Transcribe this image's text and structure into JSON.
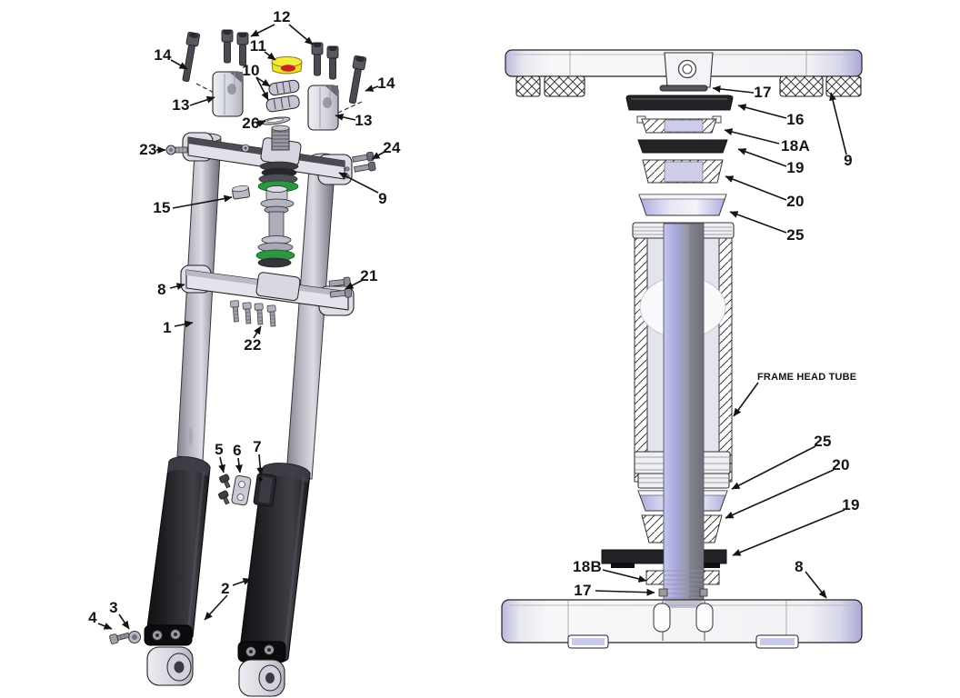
{
  "left_view": {
    "callouts": [
      {
        "id": "12",
        "label": "12"
      },
      {
        "id": "14-left",
        "label": "14"
      },
      {
        "id": "11",
        "label": "11"
      },
      {
        "id": "10",
        "label": "10"
      },
      {
        "id": "13-left",
        "label": "13"
      },
      {
        "id": "13-right",
        "label": "13"
      },
      {
        "id": "14-right",
        "label": "14"
      },
      {
        "id": "26",
        "label": "26"
      },
      {
        "id": "23",
        "label": "23"
      },
      {
        "id": "24",
        "label": "24"
      },
      {
        "id": "9",
        "label": "9"
      },
      {
        "id": "15",
        "label": "15"
      },
      {
        "id": "8",
        "label": "8"
      },
      {
        "id": "21",
        "label": "21"
      },
      {
        "id": "1",
        "label": "1"
      },
      {
        "id": "22",
        "label": "22"
      },
      {
        "id": "5",
        "label": "5"
      },
      {
        "id": "6",
        "label": "6"
      },
      {
        "id": "7",
        "label": "7"
      },
      {
        "id": "2",
        "label": "2"
      },
      {
        "id": "3",
        "label": "3"
      },
      {
        "id": "4",
        "label": "4"
      }
    ]
  },
  "right_view": {
    "callouts": [
      {
        "id": "17-top",
        "label": "17"
      },
      {
        "id": "16",
        "label": "16"
      },
      {
        "id": "18A",
        "label": "18A"
      },
      {
        "id": "19-top",
        "label": "19"
      },
      {
        "id": "20-top",
        "label": "20"
      },
      {
        "id": "25-top",
        "label": "25"
      },
      {
        "id": "9",
        "label": "9"
      },
      {
        "id": "25-bottom",
        "label": "25"
      },
      {
        "id": "20-bottom",
        "label": "20"
      },
      {
        "id": "19-bottom",
        "label": "19"
      },
      {
        "id": "18B",
        "label": "18B"
      },
      {
        "id": "17-bottom",
        "label": "17"
      },
      {
        "id": "8",
        "label": "8"
      }
    ],
    "labels": {
      "frame_head_tube": "FRAME HEAD TUBE"
    }
  },
  "colors": {
    "background": "#ffffff",
    "callout_text": "#141414",
    "cap_yellow": "#f0e224",
    "logo_red": "#c6231f",
    "seal_green": "#2d9643",
    "stem_lavender": "#b9b9ea",
    "guard_black": "#1c1c20",
    "metal_gray": "#c9c9d4",
    "dark_ring": "#232327"
  }
}
